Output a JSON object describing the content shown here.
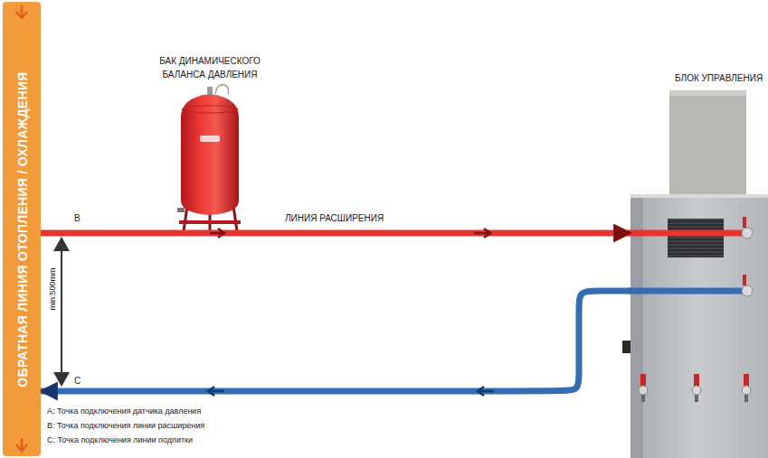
{
  "diagram": {
    "nodes": [
      {
        "text": [
          "ОБРАТНАЯ ЛИНИЯ ОТОПЛЕНИЯ / ОХЛАЖДЕНИЯ"
        ]
      },
      {
        "text": [
          "БАК ДИНАМИЧЕСКОГО БАЛАНСА ДАВЛЕНИЯ"
        ]
      },
      {
        "text": [
          "БЛОК УПРАВЛЕНИЯ"
        ]
      }
    ],
    "edges": [
      {
        "from": 0,
        "to": 2,
        "arrow": "to",
        "label": "ЛИНИЯ РАСШИРЕНИЯ"
      },
      {
        "from": 2,
        "to": 0,
        "arrow": "to"
      }
    ],
    "labels": [
      "B",
      "C",
      "min:500mm",
      "A: Точка подключения датчика давления",
      "B: Точка подключения линии расширения",
      "C: Точка подключения линии подпитки"
    ]
  }
}
